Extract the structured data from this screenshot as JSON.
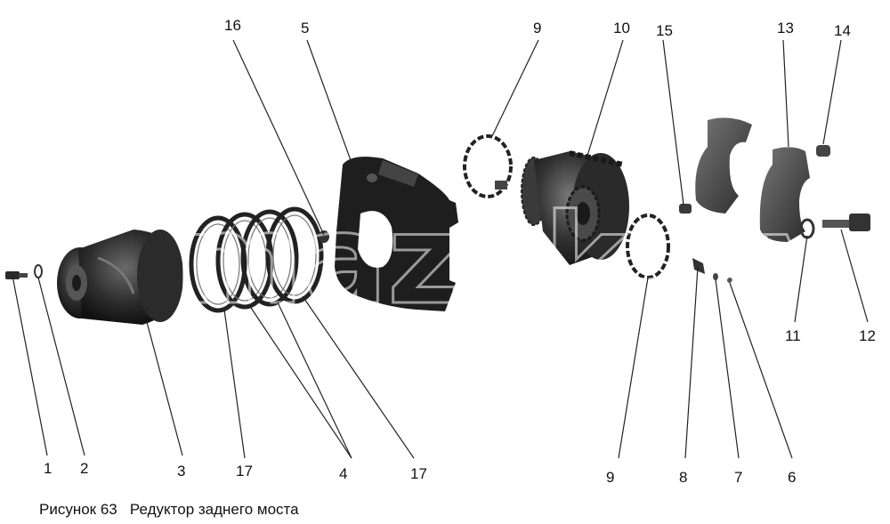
{
  "caption": {
    "figure_label": "Рисунок 63",
    "title": "Редуктор заднего моста"
  },
  "watermark": "mazak.py",
  "corner_mark": "",
  "callouts": [
    "1",
    "2",
    "3",
    "4",
    "5",
    "6",
    "7",
    "8",
    "9",
    "10",
    "11",
    "12",
    "13",
    "14",
    "15",
    "16",
    "17"
  ],
  "colors": {
    "part_dark": "#1a1a1a",
    "part_mid": "#3d3d3d",
    "part_light": "#6a6a6a"
  }
}
